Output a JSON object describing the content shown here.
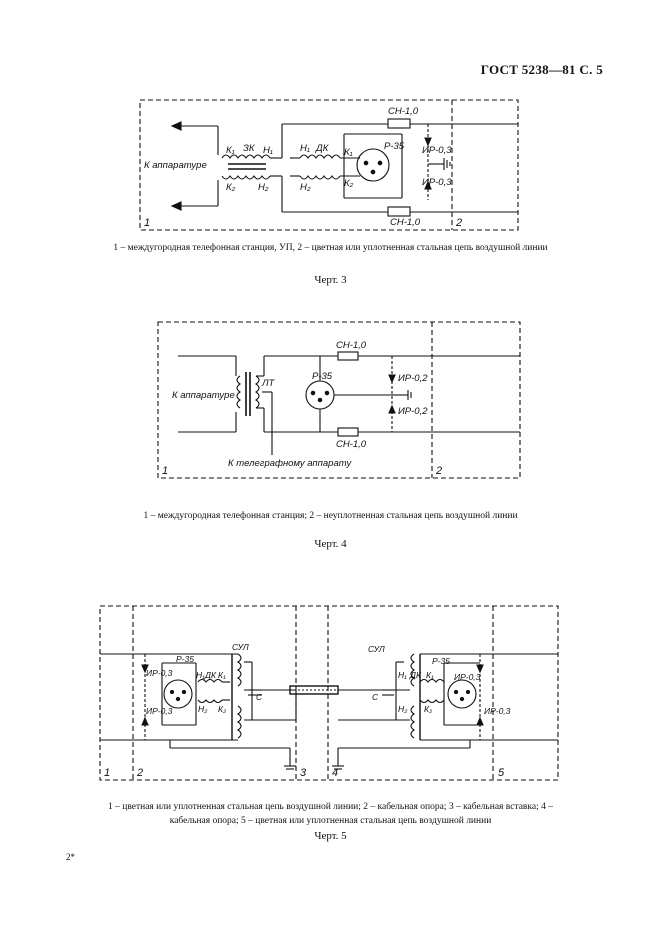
{
  "header": {
    "title": "ГОСТ 5238—81 С. 5"
  },
  "fig3": {
    "labels": {
      "to_apparatus": "К аппаратуре",
      "k1": "К₁",
      "zk": "ЗК",
      "h1": "Н₁",
      "k2": "К₂",
      "h2": "Н₂",
      "h1b": "Н₁",
      "dk": "ДК",
      "k1b": "К₁",
      "h2b": "Н₂",
      "k2b": "К₂",
      "r35": "Р-35",
      "sn_top": "СН-1,0",
      "sn_bot": "СН-1,0",
      "ir_top": "ИР-0,3",
      "ir_bot": "ИР-0,3",
      "zone1": "1",
      "zone2": "2"
    },
    "caption": "1 – междугородная телефонная станция, УП, 2 – цветная или уплотненная стальная цепь воздушной линии",
    "name": "Черт. 3"
  },
  "fig4": {
    "labels": {
      "to_apparatus": "К аппаратуре",
      "lt": "ЛТ",
      "r35": "Р-35",
      "sn_top": "СН-1,0",
      "sn_bot": "СН-1,0",
      "ir_top": "ИР-0,2",
      "ir_bot": "ИР-0,2",
      "to_telegraph": "К телеграфному аппарату",
      "zone1": "1",
      "zone2": "2"
    },
    "caption": "1 – междугородная телефонная станция; 2 – неуплотненная стальная цепь воздушной линии",
    "name": "Черт. 4"
  },
  "fig5": {
    "labels": {
      "r35_left": "Р-35",
      "r35_right": "Р-35",
      "sul_left": "СУЛ",
      "sul_right": "СУЛ",
      "ir_l_top": "ИР-0,3",
      "ir_l_bot": "ИР-0,3",
      "ir_r_top": "ИР-0,3",
      "ir_r_bot": "ИР-0,3",
      "h1l": "Н₁",
      "dkl": "ДК",
      "k1l": "К₁",
      "h2l": "Н₂",
      "k2l": "К₂",
      "h1r": "Н₁",
      "dkr": "ДК",
      "k1r": "К₁",
      "h2r": "Н₂",
      "k2r": "К₂",
      "c_left": "С",
      "c_right": "С",
      "zone1": "1",
      "zone2": "2",
      "zone3": "3",
      "zone4": "4",
      "zone5": "5"
    },
    "caption": "1 – цветная или уплотненная стальная цепь воздушной линии; 2 – кабельная опора; 3 – кабельная вставка; 4 – кабельная опора; 5 – цветная или уплотненная стальная цепь воздушной линии",
    "name": "Черт. 5"
  },
  "footer": {
    "mark": "2*"
  }
}
